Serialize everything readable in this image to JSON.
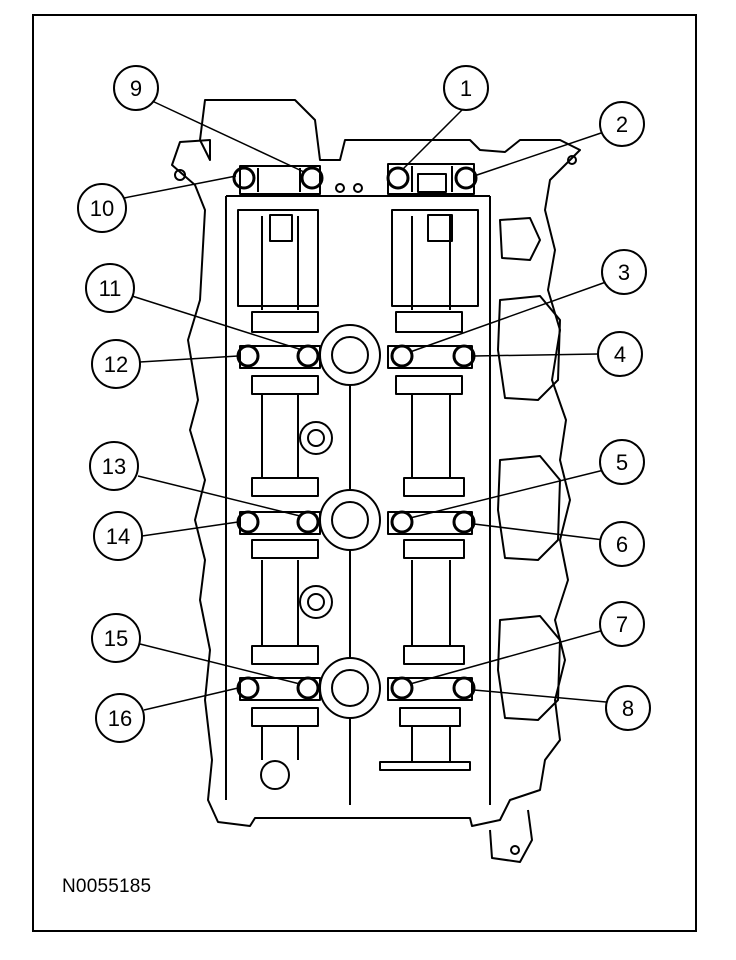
{
  "figure_id": "N0055185",
  "callouts": [
    "1",
    "2",
    "3",
    "4",
    "5",
    "6",
    "7",
    "8",
    "9",
    "10",
    "11",
    "12",
    "13",
    "14",
    "15",
    "16"
  ]
}
